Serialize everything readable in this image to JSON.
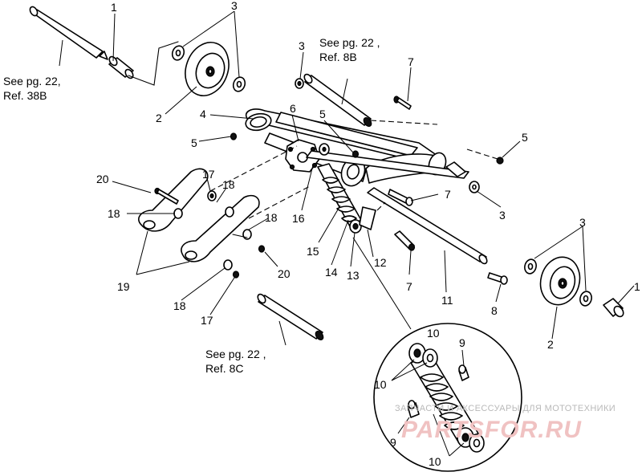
{
  "callouts": {
    "c1_left": "1",
    "c1_right": "1",
    "c2_left": "2",
    "c2_right": "2",
    "c3_top_left": "3",
    "c3_top_mid": "3",
    "c3_mid_right": "3",
    "c3_right": "3",
    "c4": "4",
    "c5_left": "5",
    "c5_mid": "5",
    "c5_right": "5",
    "c6": "6",
    "c7_top": "7",
    "c7_mid": "7",
    "c7_low": "7",
    "c8": "8",
    "c9_top": "9",
    "c9_bottom": "9",
    "c10_left": "10",
    "c10_right": "10",
    "c10_bottom": "10",
    "c11": "11",
    "c12": "12",
    "c13": "13",
    "c14": "14",
    "c15": "15",
    "c16": "16",
    "c17_top": "17",
    "c17_bottom": "17",
    "c18_upper": "18",
    "c18_left": "18",
    "c18_mid": "18",
    "c18_bottom": "18",
    "c19": "19",
    "c20_left": "20",
    "c20_right": "20"
  },
  "references": {
    "ref_38b_line1": "See  pg.  22,",
    "ref_38b_line2": "Ref. 38B",
    "ref_8b_line1": "See  pg.  22 ,",
    "ref_8b_line2": "Ref. 8B",
    "ref_8c_line1": "See  pg.  22 ,",
    "ref_8c_line2": "Ref. 8C"
  },
  "watermark": {
    "caption": "ЗАПЧАСТИ И АКСЕССУАРЫ ДЛЯ МОТОТЕХНИКИ",
    "brand": "PARTSFOR.RU"
  }
}
